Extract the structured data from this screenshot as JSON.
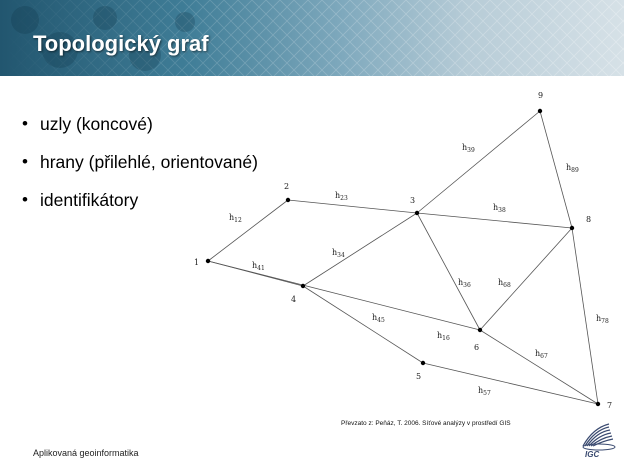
{
  "slide": {
    "title": "Topologický graf",
    "bullets": [
      "uzly (koncové)",
      "hrany (přilehlé, orientované)",
      "identifikátory"
    ],
    "credit": "Převzato z: Peňáz, T. 2006. Síťové analýzy v prostředí GIS",
    "footer": "Aplikovaná geoinformatika",
    "logo_text": "IGC"
  },
  "graph": {
    "nodes": [
      {
        "id": "1",
        "label": "1"
      },
      {
        "id": "2",
        "label": "2"
      },
      {
        "id": "3",
        "label": "3"
      },
      {
        "id": "4",
        "label": "4"
      },
      {
        "id": "5",
        "label": "5"
      },
      {
        "id": "6",
        "label": "6"
      },
      {
        "id": "7",
        "label": "7"
      },
      {
        "id": "8",
        "label": "8"
      },
      {
        "id": "9",
        "label": "9"
      }
    ],
    "edges": [
      {
        "from": "1",
        "to": "2",
        "label": "12"
      },
      {
        "from": "2",
        "to": "3",
        "label": "23"
      },
      {
        "from": "3",
        "to": "8",
        "label": "38"
      },
      {
        "from": "3",
        "to": "9",
        "label": "39"
      },
      {
        "from": "8",
        "to": "9",
        "label": "89"
      },
      {
        "from": "1",
        "to": "4",
        "label": "41"
      },
      {
        "from": "3",
        "to": "4",
        "label": "34"
      },
      {
        "from": "4",
        "to": "5",
        "label": "45"
      },
      {
        "from": "3",
        "to": "6",
        "label": "36"
      },
      {
        "from": "6",
        "to": "8",
        "label": "68"
      },
      {
        "from": "1",
        "to": "6",
        "label": "16"
      },
      {
        "from": "6",
        "to": "7",
        "label": "67"
      },
      {
        "from": "5",
        "to": "7",
        "label": "57"
      },
      {
        "from": "7",
        "to": "8",
        "label": "78"
      }
    ],
    "edge_prefix": "h"
  },
  "colors": {
    "header_dark": "#22566f",
    "header_light": "#d6e1e7",
    "title_text": "#ffffff"
  }
}
